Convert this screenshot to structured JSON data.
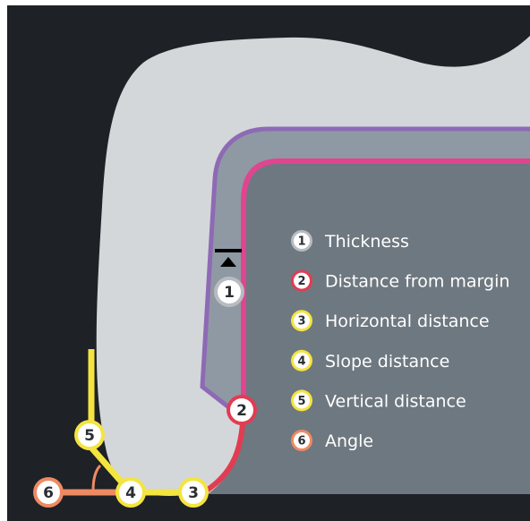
{
  "colors": {
    "background": "#1e2126",
    "crown_body": "#d4d7da",
    "outer_band": "#8f99a3",
    "inner_core": "#6e7880",
    "thickness_line": "#8e6ab5",
    "margin_line": "#e04590",
    "margin_line_dark": "#e23c52",
    "horizontal": "#f4e440",
    "angle": "#ee8a62",
    "neutral_ring": "#b8bcc0"
  },
  "legend": [
    {
      "num": "1",
      "label": "Thickness",
      "ring_color": "#b8bcc0"
    },
    {
      "num": "2",
      "label": "Distance from margin",
      "ring_color": "#e23c52"
    },
    {
      "num": "3",
      "label": "Horizontal distance",
      "ring_color": "#f4e440"
    },
    {
      "num": "4",
      "label": "Slope distance",
      "ring_color": "#f4e440"
    },
    {
      "num": "5",
      "label": "Vertical distance",
      "ring_color": "#f4e440"
    },
    {
      "num": "6",
      "label": "Angle",
      "ring_color": "#ee8a62"
    }
  ],
  "markers": [
    {
      "num": "1",
      "ring_color": "#b8bcc0"
    },
    {
      "num": "2",
      "ring_color": "#e23c52"
    },
    {
      "num": "3",
      "ring_color": "#f4e440"
    },
    {
      "num": "4",
      "ring_color": "#f4e440"
    },
    {
      "num": "5",
      "ring_color": "#f4e440"
    },
    {
      "num": "6",
      "ring_color": "#ee8a62"
    }
  ]
}
